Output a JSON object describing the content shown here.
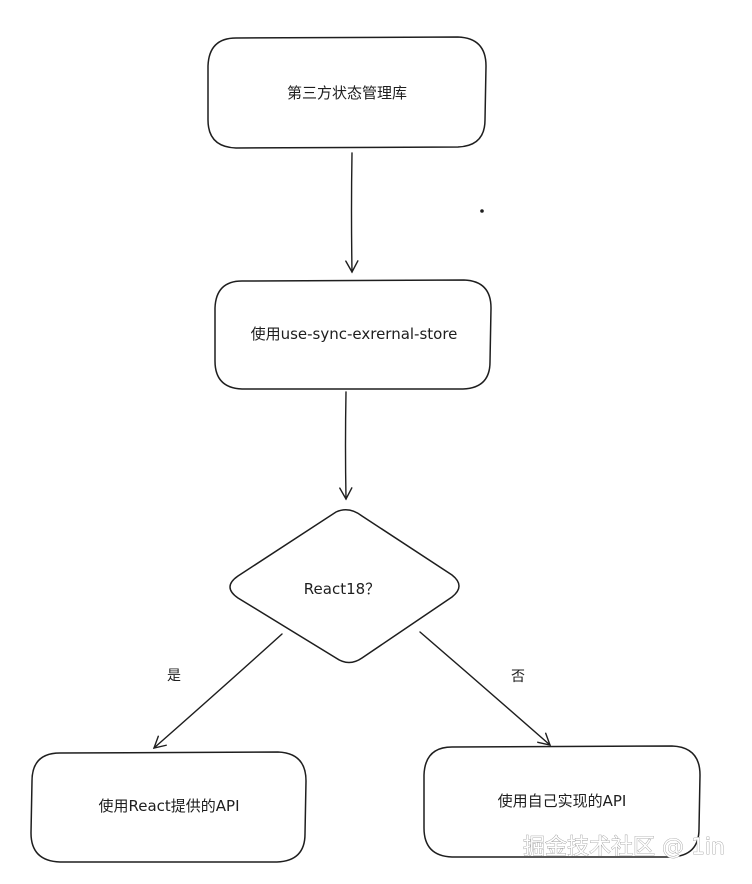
{
  "nodes": {
    "state_lib": {
      "label": "第三方状态管理库"
    },
    "use_sync": {
      "label": "使用use-sync-exrernal-store"
    },
    "react18_check": {
      "label": "React18？"
    },
    "react_api": {
      "label": "使用React提供的API"
    },
    "custom_api": {
      "label": "使用自己实现的API"
    }
  },
  "edges": {
    "yes": {
      "label": "是"
    },
    "no": {
      "label": "否"
    }
  },
  "watermark": {
    "text": "掘金技术社区 @ 1in"
  },
  "colors": {
    "stroke": "#1e1e1e",
    "background": "#ffffff",
    "watermark_stroke": "#9a9a9a"
  }
}
